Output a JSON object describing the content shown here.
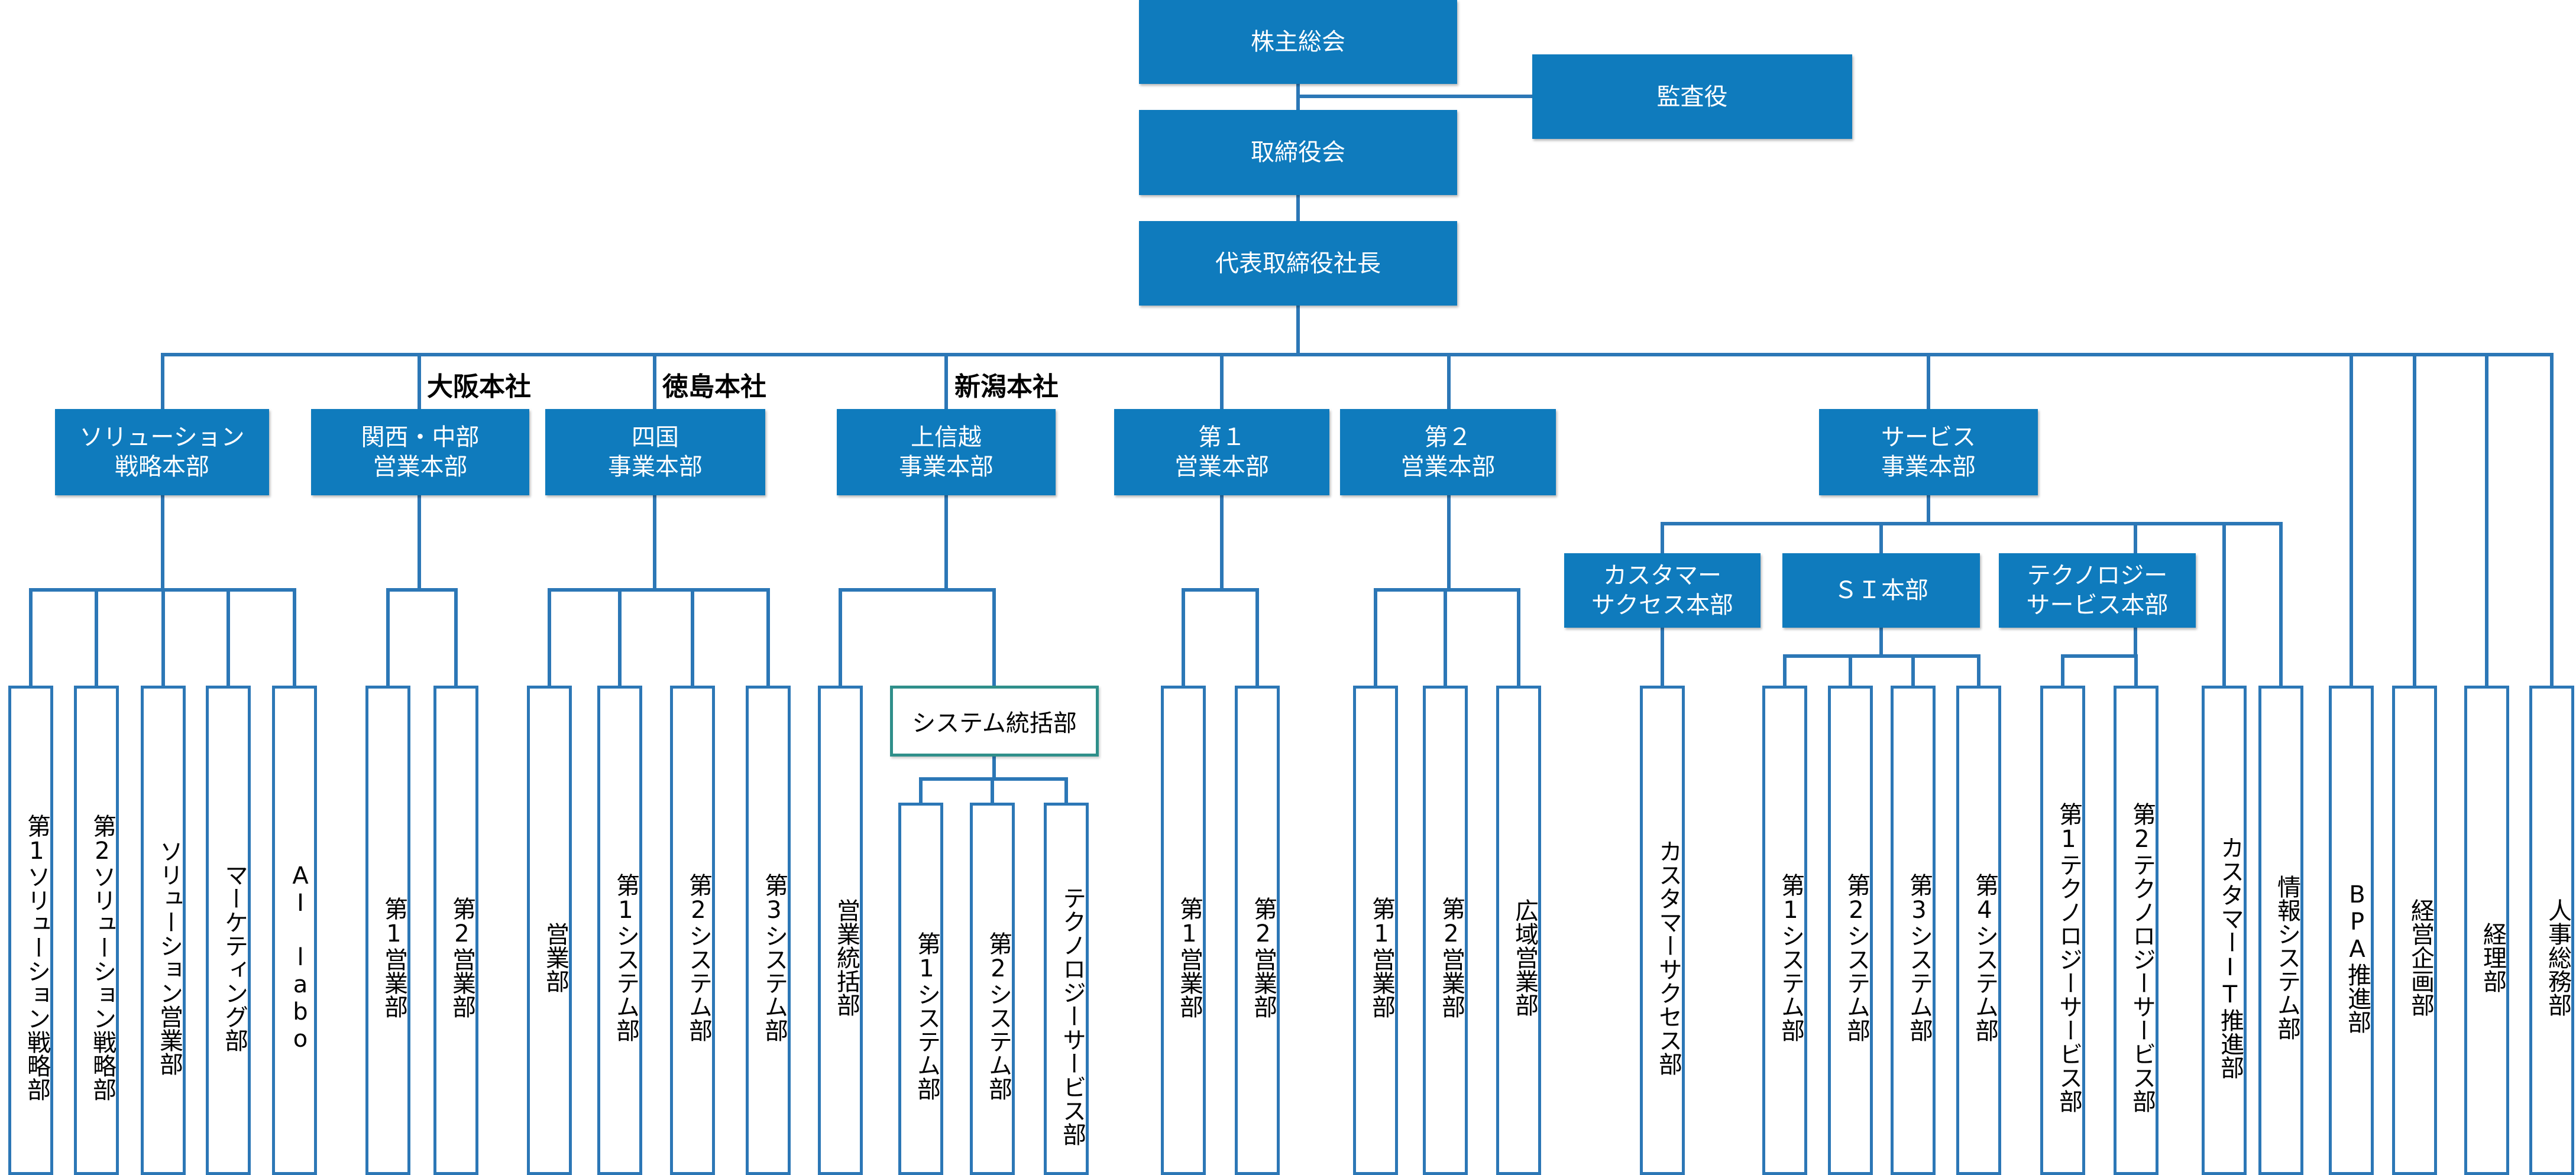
{
  "top": {
    "shareholders": "株主総会",
    "auditor": "監査役",
    "board": "取締役会",
    "president": "代表取締役社長"
  },
  "hq_labels": {
    "osaka": "大阪本社",
    "tokushima": "徳島本社",
    "niigata": "新潟本社"
  },
  "divisions": {
    "solution_strategy": [
      "ソリューション",
      "戦略本部"
    ],
    "kansai_chubu": [
      "関西・中部",
      "営業本部"
    ],
    "shikoku": [
      "四国",
      "事業本部"
    ],
    "joshinetsu": [
      "上信越",
      "事業本部"
    ],
    "sales1": [
      "第１",
      "営業本部"
    ],
    "sales2": [
      "第２",
      "営業本部"
    ],
    "service": [
      "サービス",
      "事業本部"
    ]
  },
  "sub_divisions": {
    "customer_success": [
      "カスタマー",
      "サクセス本部"
    ],
    "si": "ＳＩ本部",
    "technology_service": [
      "テクノロジー",
      "サービス本部"
    ],
    "system_integration": "システム統括部"
  },
  "departments": {
    "sol_strategy1": "第1ソリューション戦略部",
    "sol_strategy2": "第2ソリューション戦略部",
    "sol_sales": "ソリューション営業部",
    "marketing": "マーケティング部",
    "ai_labo": "AI labo",
    "kansai_sales1": "第1営業部",
    "kansai_sales2": "第2営業部",
    "shikoku_sales": "営業部",
    "shikoku_sys1": "第1システム部",
    "shikoku_sys2": "第2システム部",
    "shikoku_sys3": "第3システム部",
    "joshinetsu_sales_control": "営業統括部",
    "joshinetsu_sys1": "第1システム部",
    "joshinetsu_sys2": "第2システム部",
    "joshinetsu_tech_service": "テクノロジーサービス部",
    "s1_sales1": "第1営業部",
    "s1_sales2": "第2営業部",
    "s2_sales1": "第1営業部",
    "s2_sales2": "第2営業部",
    "s2_wide_area": "広域営業部",
    "customer_success_dept": "カスタマーサクセス部",
    "si_sys1": "第1システム部",
    "si_sys2": "第2システム部",
    "si_sys3": "第3システム部",
    "si_sys4": "第4システム部",
    "tech_service1": "第1テクノロジーサービス部",
    "tech_service2": "第2テクノロジーサービス部",
    "customer_it": "カスタマーIT推進部",
    "info_system": "情報システム部",
    "bpa": "BPA推進部",
    "corporate_planning": "経営企画部",
    "accounting": "経理部",
    "hr_general": "人事総務部"
  },
  "colors": {
    "box_fill": "#0f7bbd",
    "connector": "#2c77b6",
    "dept_border": "#2c77b6",
    "teal_border": "#2f8f8a"
  }
}
